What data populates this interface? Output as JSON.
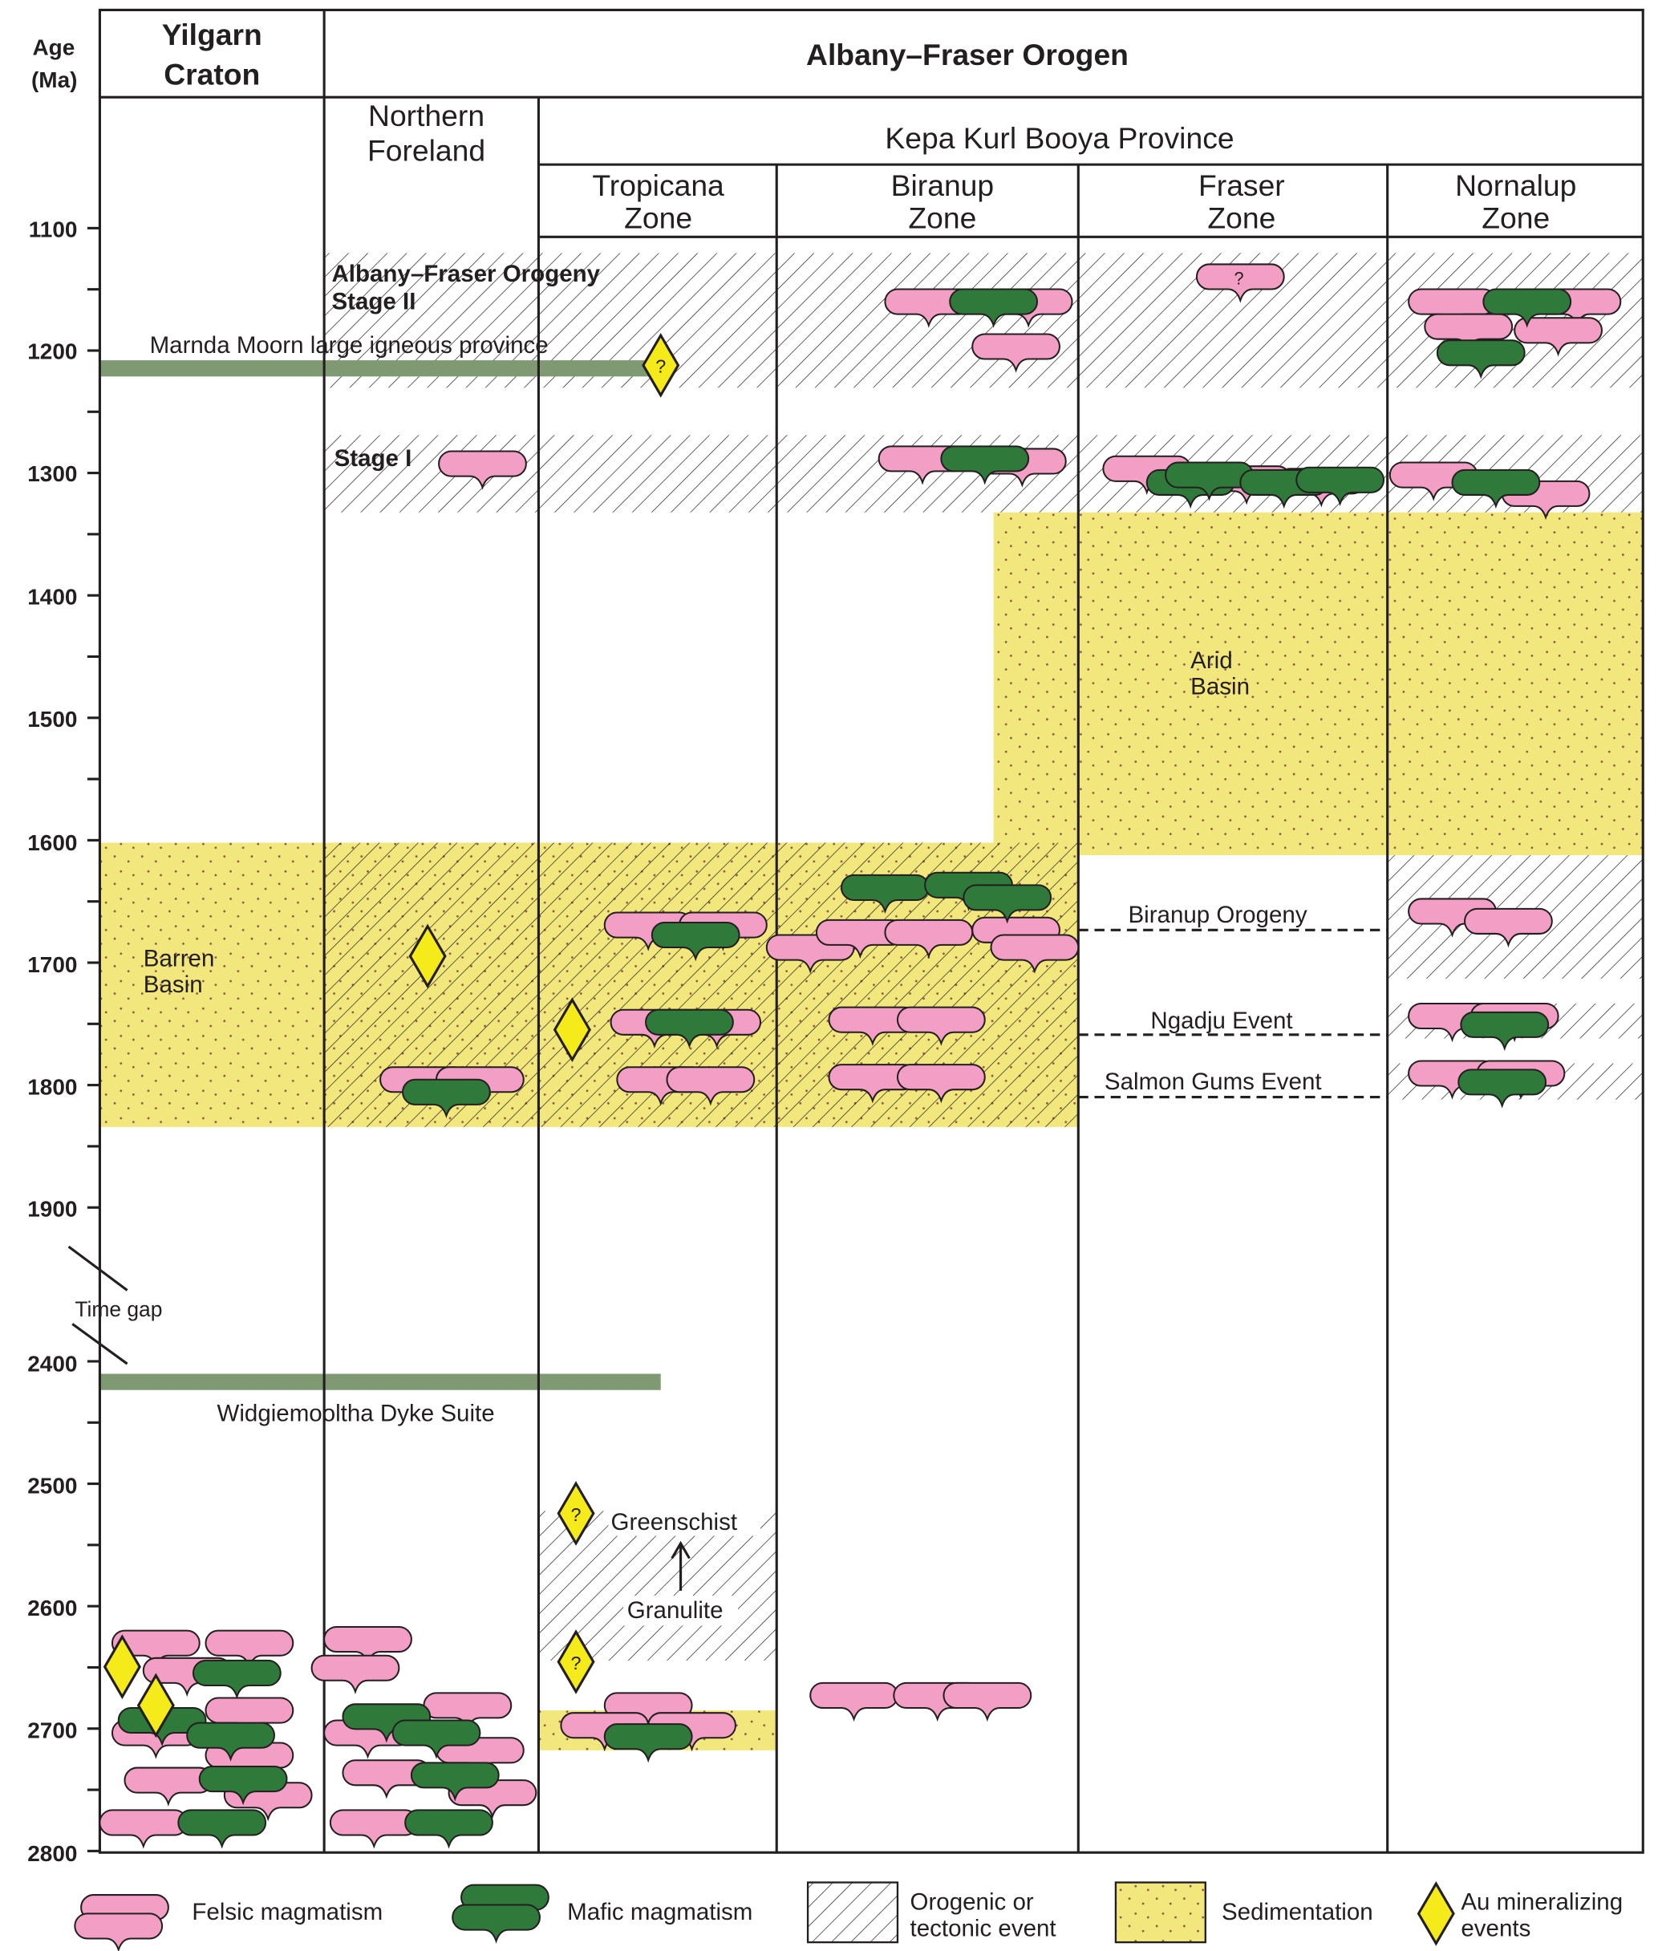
{
  "header": {
    "age_label_line1": "Age",
    "age_label_line2": "(Ma)",
    "yilgarn_line1": "Yilgarn",
    "yilgarn_line2": "Craton",
    "orogen": "Albany–Fraser Orogen",
    "northern_foreland_line1": "Northern",
    "northern_foreland_line2": "Foreland",
    "province": "Kepa Kurl Booya Province",
    "zones": [
      {
        "line1": "Tropicana",
        "line2": "Zone"
      },
      {
        "line1": "Biranup",
        "line2": "Zone"
      },
      {
        "line1": "Fraser",
        "line2": "Zone"
      },
      {
        "line1": "Nornalup",
        "line2": "Zone"
      }
    ]
  },
  "axis": {
    "ticks_upper": [
      "1100",
      "1200",
      "1300",
      "1400",
      "1500",
      "1600",
      "1700",
      "1800",
      "1900"
    ],
    "ticks_lower": [
      "2400",
      "2500",
      "2600",
      "2700",
      "2800"
    ],
    "time_gap": "Time gap"
  },
  "labels": {
    "afo_stage2_line1": "Albany–Fraser Orogeny",
    "afo_stage2_line2": "Stage II",
    "stage1": "Stage I",
    "marnda_moorn": "Marnda Moorn large igneous province",
    "widgiemooltha": "Widgiemooltha Dyke Suite",
    "arid_line1": "Arid",
    "arid_line2": "Basin",
    "barren_line1": "Barren",
    "barren_line2": "Basin",
    "biranup_orogeny": "Biranup Orogeny",
    "ngadju": "Ngadju Event",
    "salmon_gums": "Salmon Gums Event",
    "greenschist": "Greenschist",
    "granulite": "Granulite",
    "question": "?"
  },
  "legend": {
    "felsic": "Felsic magmatism",
    "mafic": "Mafic magmatism",
    "orogenic_line1": "Orogenic or",
    "orogenic_line2": "tectonic event",
    "sedimentation": "Sedimentation",
    "au_line1": "Au mineralizing",
    "au_line2": "events"
  },
  "colors": {
    "felsic": "#f39ec4",
    "mafic": "#2f7a3a",
    "sediment": "#f2e77c",
    "dyke": "#7f9a72",
    "au": "#f5ea1a"
  }
}
